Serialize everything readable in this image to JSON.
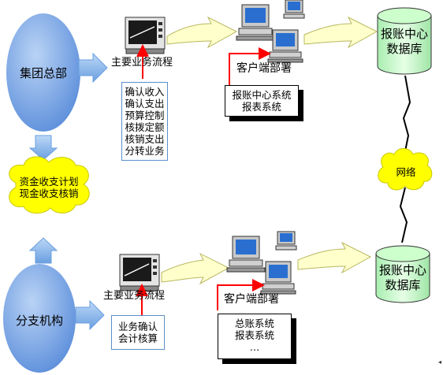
{
  "hq": {
    "label": "集团总部"
  },
  "branch": {
    "label": "分支机构"
  },
  "center_cloud": {
    "line1": "资金收支计划",
    "line2": "现金收支核销"
  },
  "network_cloud": {
    "label": "网络"
  },
  "top": {
    "process_label": "主要业务流程",
    "client_label": "客户端部署",
    "tasks": [
      "确认收入",
      "确认支出",
      "预算控制",
      "核拨定额",
      "核销支出",
      "分转业务"
    ],
    "systems": [
      "报账中心系统",
      "报表系统"
    ],
    "db": {
      "line1": "报账中心",
      "line2": "数据库"
    }
  },
  "bottom": {
    "process_label": "主要业务流程",
    "client_label": "客户端部署",
    "tasks": [
      "业务确认",
      "会计核算"
    ],
    "systems": [
      "总账系统",
      "报表系统",
      "…"
    ],
    "db": {
      "line1": "报账中心",
      "line2": "数据库"
    }
  },
  "colors": {
    "ellipse": "#7aa8e6",
    "arrow_blue": "#7fb0e8",
    "arrow_yellow": "#ffffcc",
    "cloud": "#ffff00",
    "db": "#ccffcc",
    "red": "#ff0000"
  }
}
